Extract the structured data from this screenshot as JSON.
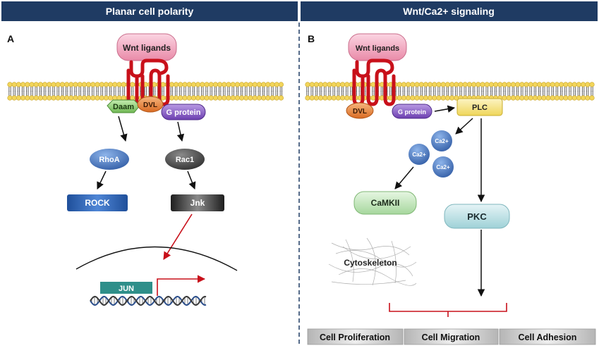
{
  "headers": {
    "left": "Planar cell polarity",
    "right": "Wnt/Ca2+ signaling"
  },
  "panel_a": {
    "letter": "A",
    "ligand": "Wnt ligands",
    "daam": "Daam",
    "dvl": "DVL",
    "g_protein": "G protein",
    "rhoa": "RhoA",
    "rac1": "Rac1",
    "rock": "ROCK",
    "jnk": "Jnk",
    "jun": "JUN"
  },
  "panel_b": {
    "letter": "B",
    "ligand": "Wnt ligands",
    "dvl": "DVL",
    "g_protein": "G protein",
    "plc": "PLC",
    "ca_ions": [
      "Ca2+",
      "Ca2+",
      "Ca2+"
    ],
    "camkii": "CaMKII",
    "pkc": "PKC",
    "cytoskeleton": "Cytoskeleton",
    "outcomes": [
      "Cell Proliferation",
      "Cell Migration",
      "Cell Adhesion"
    ]
  },
  "colors": {
    "header_bg": "#1f3b63",
    "receptor": "#c8101a",
    "ligand": "#f2a7bd",
    "daam": "#8fcf6f",
    "dvl": "#e8863a",
    "g_protein": "#8a5cc2",
    "node_blue": "#3f6fb8",
    "node_dark": "#3d3d3d",
    "jun": "#2f8f8a",
    "camkii": "#bfe3b8",
    "pkc": "#bfe0e4",
    "plc": "#f6e58a",
    "membrane_head": "#f2d55a"
  }
}
